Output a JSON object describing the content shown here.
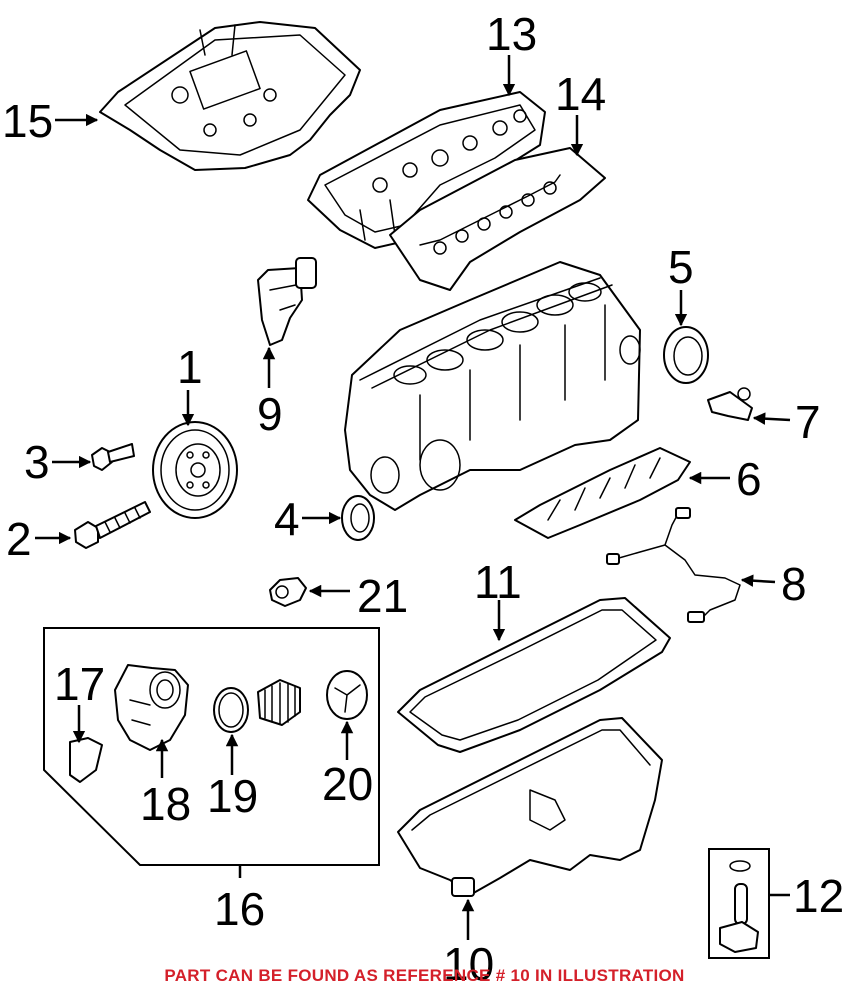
{
  "callouts": [
    "1",
    "2",
    "3",
    "4",
    "5",
    "6",
    "7",
    "8",
    "9",
    "10",
    "11",
    "12",
    "13",
    "14",
    "15",
    "16",
    "17",
    "18",
    "19",
    "20",
    "21"
  ],
  "note": {
    "text": "PART CAN BE FOUND AS REFERENCE # 10 IN ILLUSTRATION",
    "color": "#d4202a"
  },
  "parts": {
    "1": "crankshaft-pulley",
    "2": "bolt",
    "3": "bolt",
    "4": "front-seal",
    "5": "rear-seal",
    "6": "baffle-plate",
    "7": "crankshaft-position-sensor",
    "8": "oxygen-sensor",
    "9": "camshaft-position-sensor",
    "10": "oil-pan",
    "11": "oil-pan-gasket",
    "12": "oil-level-sensor",
    "13": "valve-cover",
    "14": "valve-cover-gasket",
    "15": "engine-cover",
    "16": "oil-filter-kit",
    "17": "bracket",
    "18": "oil-filter-housing",
    "19": "o-ring",
    "20": "filter-cap",
    "21": "oil-pressure-switch"
  }
}
